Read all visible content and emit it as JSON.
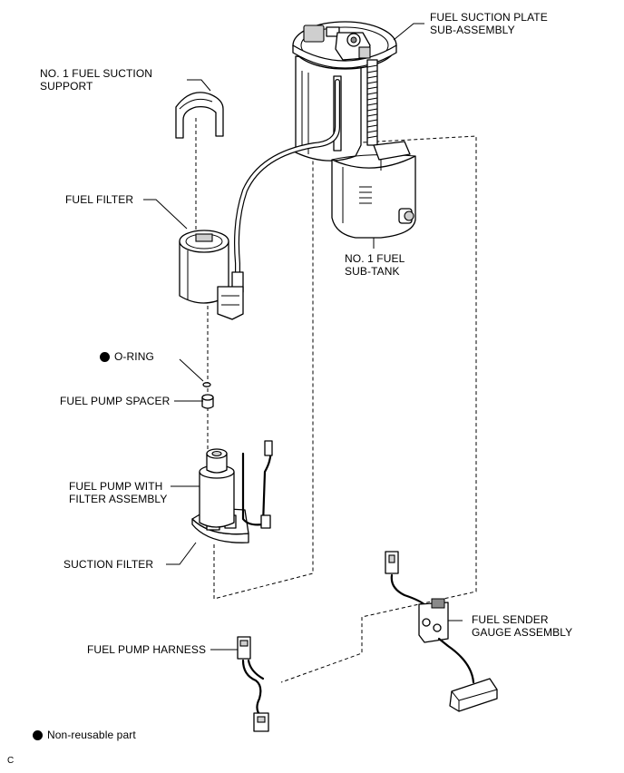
{
  "labels": {
    "fuel_suction_plate": "FUEL SUCTION PLATE\nSUB-ASSEMBLY",
    "fuel_suction_support": "NO. 1 FUEL SUCTION\nSUPPORT",
    "fuel_filter": "FUEL FILTER",
    "fuel_sub_tank": "NO. 1 FUEL\nSUB-TANK",
    "o_ring": "O-RING",
    "fuel_pump_spacer": "FUEL PUMP SPACER",
    "fuel_pump_with_filter": "FUEL PUMP WITH\nFILTER ASSEMBLY",
    "suction_filter": "SUCTION FILTER",
    "fuel_sender_gauge": "FUEL SENDER\nGAUGE ASSEMBLY",
    "fuel_pump_harness": "FUEL PUMP HARNESS"
  },
  "legend": {
    "non_reusable": "Non-reusable part"
  },
  "corner_mark": "C",
  "non_reusable_marker_color": "#000000"
}
